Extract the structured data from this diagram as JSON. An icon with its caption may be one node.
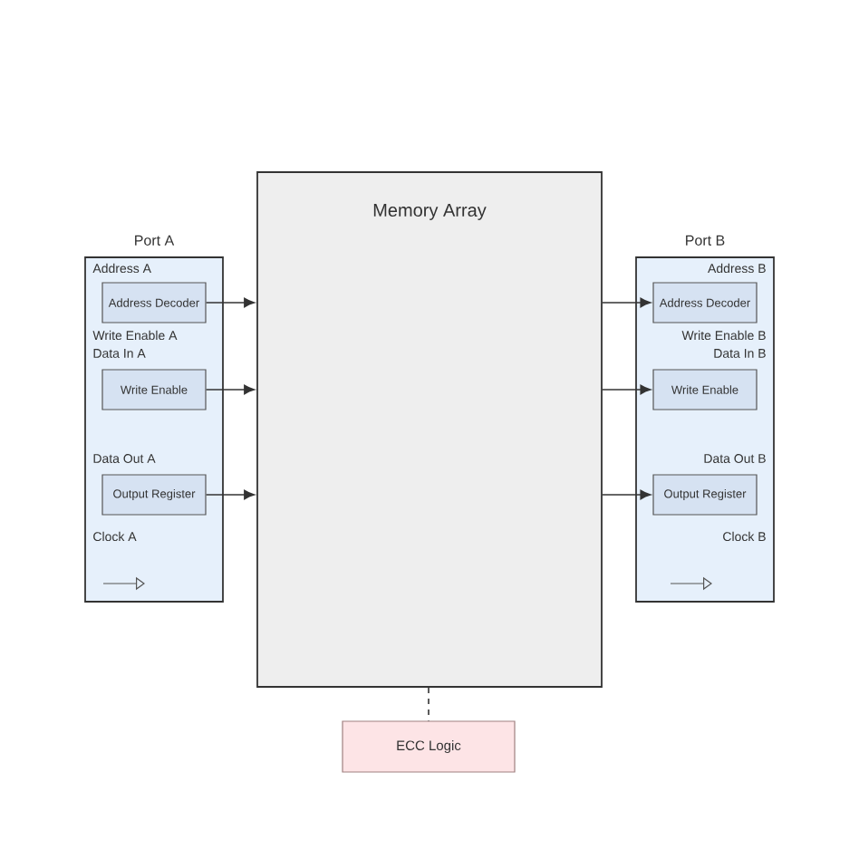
{
  "diagram": {
    "nodes": [
      {
        "text": [
          "Memory Array"
        ]
      },
      {
        "text": [
          "Port A"
        ]
      },
      {
        "text": [
          "Address Decoder"
        ],
        "in": 1
      },
      {
        "text": [
          "Write Enable"
        ],
        "in": 1
      },
      {
        "text": [
          "Output Register"
        ],
        "in": 1
      },
      {
        "text": [
          "Port B"
        ]
      },
      {
        "text": [
          "Address Decoder"
        ],
        "in": 5
      },
      {
        "text": [
          "Write Enable"
        ],
        "in": 5
      },
      {
        "text": [
          "Output Register"
        ],
        "in": 5
      },
      {
        "text": [
          "ECC Logic"
        ]
      }
    ],
    "edges": [
      {
        "from": 2,
        "to": 0,
        "arrow": "to"
      },
      {
        "from": 3,
        "to": 0,
        "arrow": "to"
      },
      {
        "from": 4,
        "to": 0,
        "arrow": "to"
      },
      {
        "from": 0,
        "to": 6,
        "arrow": "to"
      },
      {
        "from": 0,
        "to": 7,
        "arrow": "to"
      },
      {
        "from": 0,
        "to": 8,
        "arrow": "to"
      },
      {
        "from": 0,
        "to": 9,
        "arrow": "none",
        "style": "dashed"
      }
    ],
    "labels": [
      "Address A",
      "Write Enable A",
      "Data In A",
      "Data Out A",
      "Clock A",
      "Address B",
      "Write Enable B",
      "Data In B",
      "Data Out B",
      "Clock B"
    ]
  }
}
